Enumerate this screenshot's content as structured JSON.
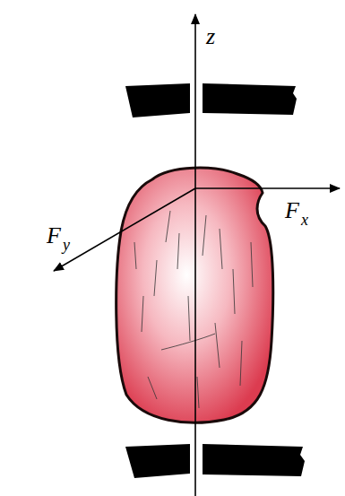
{
  "diagram": {
    "labels": [
      "z",
      "F",
      "x",
      "F",
      "y"
    ]
  }
}
